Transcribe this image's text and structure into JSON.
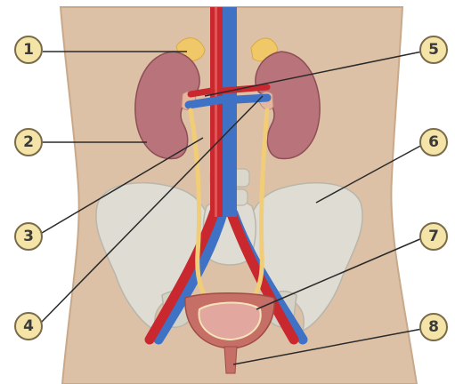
{
  "callouts": [
    {
      "number": "1",
      "refers_to": "adrenal-gland"
    },
    {
      "number": "2",
      "refers_to": "kidney"
    },
    {
      "number": "3",
      "refers_to": "ureter"
    },
    {
      "number": "4",
      "refers_to": "renal-vein"
    },
    {
      "number": "5",
      "refers_to": "renal-artery"
    },
    {
      "number": "6",
      "refers_to": "pelvis"
    },
    {
      "number": "7",
      "refers_to": "urinary-bladder"
    },
    {
      "number": "8",
      "refers_to": "urethra"
    }
  ],
  "colors": {
    "skin": "#dcc1a6",
    "skin_edge": "#c9a98a",
    "bone": "#dedcd3",
    "kidney": "#b9737a",
    "adrenal": "#f1c867",
    "ureter": "#f2cd78",
    "artery": "#c8282e",
    "vein": "#3f72c4",
    "bladder": "#c66f66",
    "callout_fill": "#f5e4a8",
    "callout_stroke": "#7a6b4a"
  }
}
